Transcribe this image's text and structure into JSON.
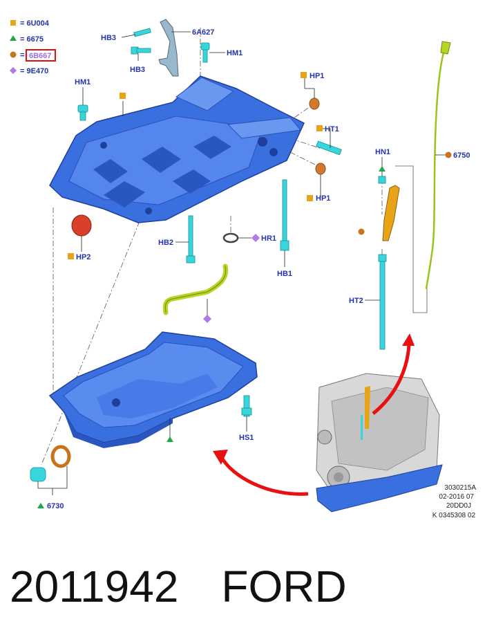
{
  "legend": [
    {
      "shape": "square",
      "color": "#e8a317",
      "code": "6U004"
    },
    {
      "shape": "triangle",
      "color": "#1ea84a",
      "code": "6675"
    },
    {
      "shape": "circle",
      "color": "#c8741c",
      "code": "6B667",
      "highlighted": true
    },
    {
      "shape": "diamond",
      "color": "#b07ae6",
      "code": "9E470"
    }
  ],
  "callouts": {
    "hb3_top": "HB3",
    "a6627": "6A627",
    "hm1_top": "HM1",
    "hb3_mid": "HB3",
    "hm1_left": "HM1",
    "hp1_top": "HP1",
    "ht1": "HT1",
    "hp1_bottom": "HP1",
    "hp2": "HP2",
    "hb2": "HB2",
    "hr1": "HR1",
    "hb1": "HB1",
    "hn1": "HN1",
    "p6750": "6750",
    "ht2": "HT2",
    "hs1": "HS1",
    "p6730": "6730"
  },
  "illustration_codes": [
    "3030215A",
    "02-2016 07",
    "20DD0J",
    "K 0345308 02"
  ],
  "footer": {
    "part_number": "2011942",
    "brand": "FORD"
  },
  "colors": {
    "part_blue": "#3a6fe0",
    "part_cyan": "#38d6dc",
    "label_blue": "#2233aa",
    "arrow_red": "#e81010",
    "dipstick_green": "#9ac41c",
    "seal_orange": "#d07a2a",
    "plug_red": "#d8402a"
  }
}
